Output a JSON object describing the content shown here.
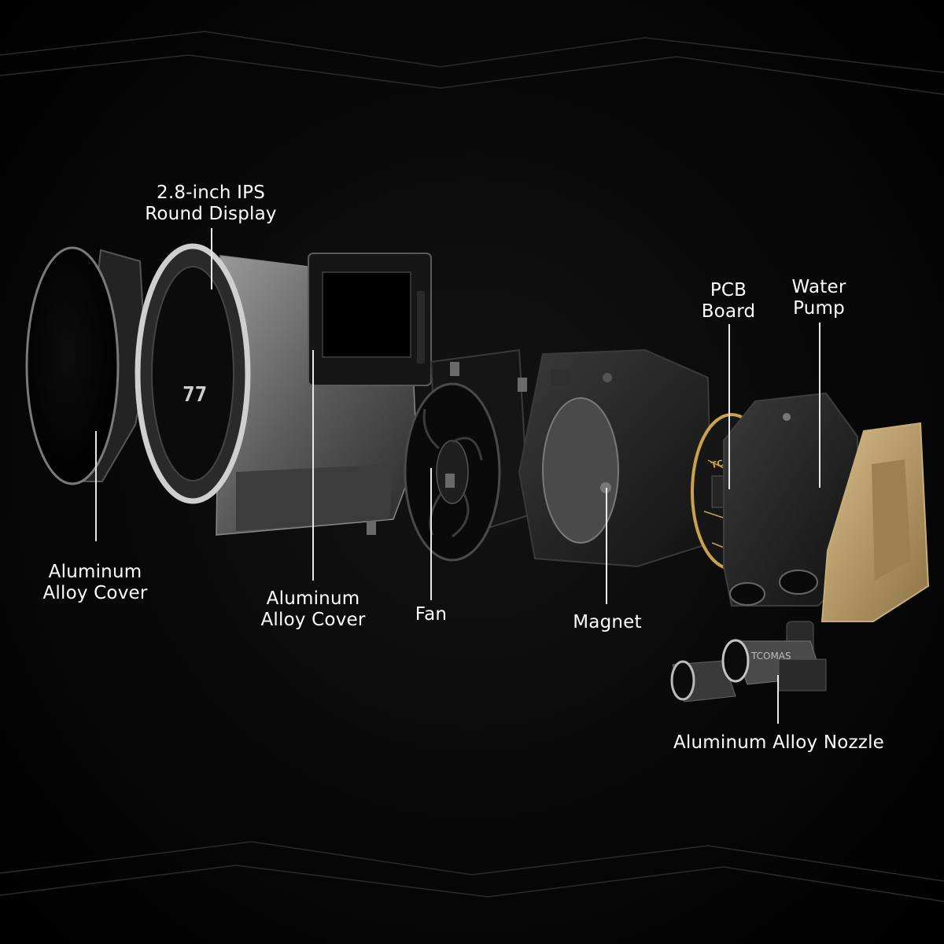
{
  "labels": {
    "display": {
      "line1": "2.8-inch IPS",
      "line2": "Round Display"
    },
    "front_cover": {
      "line1": "Aluminum",
      "line2": "Alloy Cover"
    },
    "body_cover": {
      "line1": "Aluminum",
      "line2": "Alloy Cover"
    },
    "fan": {
      "line1": "Fan"
    },
    "magnet": {
      "line1": "Magnet"
    },
    "pcb": {
      "line1": "PCB",
      "line2": "Board"
    },
    "pump": {
      "line1": "Water",
      "line2": "Pump"
    },
    "nozzle": {
      "line1": "Aluminum Alloy Nozzle"
    }
  },
  "decor_text": {
    "ring_digits": "77",
    "pcb_brand": "TCOMAS",
    "nozzle_brand": "TCOMAS"
  },
  "colors": {
    "background": "#000000",
    "label_text": "#ffffff",
    "leader_line": "#e8e8e8",
    "metal": "#6f6f6f",
    "copper_plate": "#b89a64",
    "pcb_gold": "#c9a24a"
  }
}
